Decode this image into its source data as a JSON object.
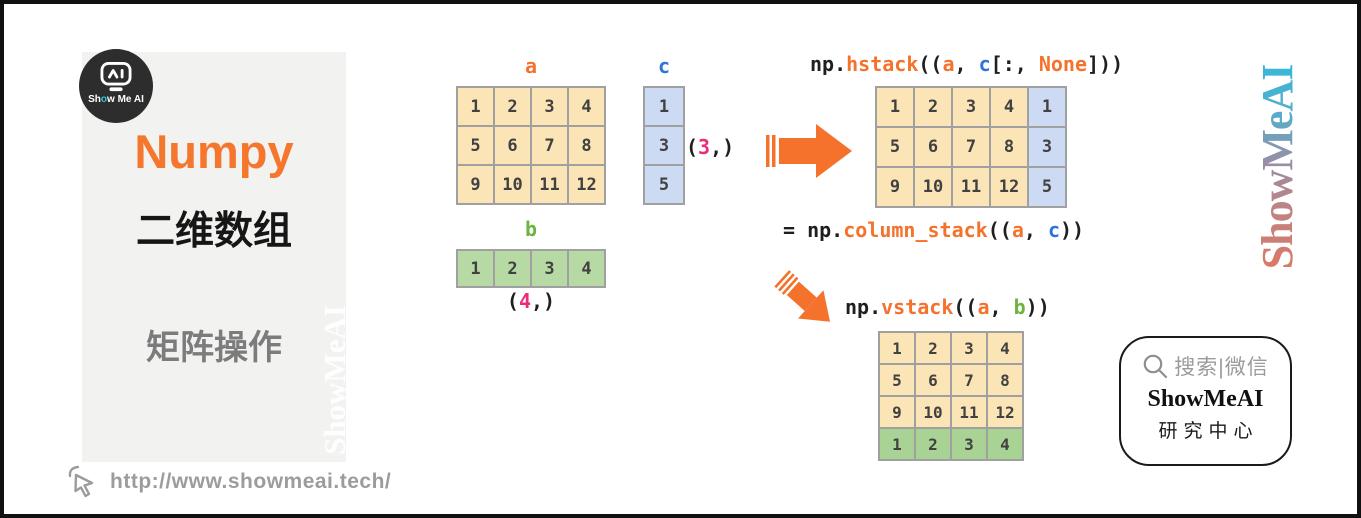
{
  "logo": {
    "pre": "Sh",
    "o": "o",
    "post": "w Me AI"
  },
  "panel": {
    "title": "Numpy",
    "subtitle": "二维数组",
    "topic": "矩阵操作",
    "watermark": "ShowMeAI"
  },
  "footer": {
    "url": "http://www.showmeai.tech/"
  },
  "labels": {
    "a": "a",
    "b": "b",
    "c": "c"
  },
  "grids": {
    "a": {
      "rows": [
        [
          1,
          2,
          3,
          4
        ],
        [
          5,
          6,
          7,
          8
        ],
        [
          9,
          10,
          11,
          12
        ]
      ],
      "cell_class": "tan"
    },
    "c": {
      "rows": [
        [
          1
        ],
        [
          3
        ],
        [
          5
        ]
      ],
      "cell_class": "blu"
    },
    "b": {
      "rows": [
        [
          1,
          2,
          3,
          4
        ]
      ],
      "cell_class": "grn"
    },
    "hstack_result": {
      "rows": [
        [
          1,
          2,
          3,
          4,
          1
        ],
        [
          5,
          6,
          7,
          8,
          3
        ],
        [
          9,
          10,
          11,
          12,
          5
        ]
      ],
      "cell_class": "tan",
      "highlight": {
        "mode": "col",
        "index": 4,
        "class": "blu"
      }
    },
    "vstack_result": {
      "rows": [
        [
          1,
          2,
          3,
          4
        ],
        [
          5,
          6,
          7,
          8
        ],
        [
          9,
          10,
          11,
          12
        ],
        [
          1,
          2,
          3,
          4
        ]
      ],
      "cell_class": "tan",
      "highlight": {
        "mode": "row",
        "index": 3,
        "class": "grn2"
      }
    }
  },
  "code": {
    "hstack": [
      {
        "t": "np.",
        "c": "k"
      },
      {
        "t": "hstack",
        "c": "o"
      },
      {
        "t": "((",
        "c": "k"
      },
      {
        "t": "a",
        "c": "o"
      },
      {
        "t": ", ",
        "c": "k"
      },
      {
        "t": "c",
        "c": "b"
      },
      {
        "t": "[:, ",
        "c": "k"
      },
      {
        "t": "None",
        "c": "o"
      },
      {
        "t": "]))",
        "c": "k"
      }
    ],
    "column_stack": [
      {
        "t": "= np.",
        "c": "k"
      },
      {
        "t": "column_stack",
        "c": "o"
      },
      {
        "t": "((",
        "c": "k"
      },
      {
        "t": "a",
        "c": "o"
      },
      {
        "t": ", ",
        "c": "k"
      },
      {
        "t": "c",
        "c": "b"
      },
      {
        "t": "))",
        "c": "k"
      }
    ],
    "vstack": [
      {
        "t": "np.",
        "c": "k"
      },
      {
        "t": "vstack",
        "c": "o"
      },
      {
        "t": "((",
        "c": "k"
      },
      {
        "t": "a",
        "c": "o"
      },
      {
        "t": ", ",
        "c": "k"
      },
      {
        "t": "b",
        "c": "g"
      },
      {
        "t": "))",
        "c": "k"
      }
    ],
    "shape_c": [
      {
        "t": "(",
        "c": "k"
      },
      {
        "t": "3",
        "c": "p"
      },
      {
        "t": ",)",
        "c": "k"
      }
    ],
    "shape_b": [
      {
        "t": "(",
        "c": "k"
      },
      {
        "t": "4",
        "c": "p"
      },
      {
        "t": ",)",
        "c": "k"
      }
    ]
  },
  "right_side": {
    "watermark": "ShowMeAI",
    "search": {
      "placeholder": "搜索|微信",
      "brand": "ShowMeAI",
      "org": "研究中心"
    }
  },
  "colors": {
    "accent_orange": "#F4722B",
    "label_blue": "#2E74D9",
    "label_green": "#6CB33F",
    "shape_pink": "#EE2A7B",
    "cell_tan": "#FBE4B6",
    "cell_blue": "#CDDAF3",
    "cell_green": "#B7DAA4",
    "cell_green_row": "#A9D295",
    "panel_gray": "#F2F2F1",
    "topic_gray": "#7C7C7C",
    "url_gray": "#9C9C9C",
    "frame_black": "#111111",
    "brand_gradient_bottom": "#E4755F",
    "brand_gradient_top": "#2CBADE"
  }
}
